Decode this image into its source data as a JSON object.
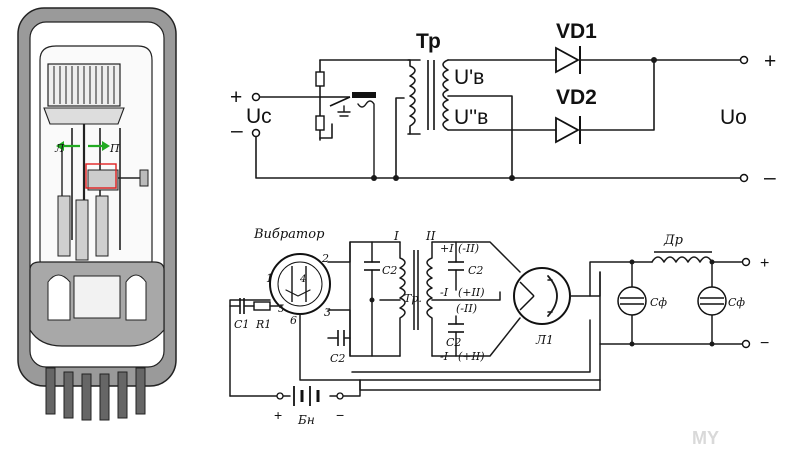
{
  "vibrator_drawing": {
    "left_label": "Л",
    "right_label": "П"
  },
  "circuit_top": {
    "transformer": "Тр",
    "winding_1": "U'в",
    "winding_2": "U''в",
    "diode_1": "VD1",
    "diode_2": "VD2",
    "input_voltage": "Uc",
    "output_voltage": "Uo",
    "plus": "+",
    "minus": "–"
  },
  "circuit_bottom": {
    "vibrator": "Вибратор",
    "transformer": "Тр.",
    "choke": "Др",
    "battery": "Бн",
    "cap_c1": "C1",
    "res_r1": "R1",
    "cap_c2": "C2",
    "cap_cf": "Cф",
    "rectifier": "Л1",
    "roman_1": "I",
    "roman_2": "II",
    "pin_1": "1",
    "pin_2": "2",
    "pin_3": "3",
    "pin_4": "4",
    "pin_5": "5",
    "pin_6": "6",
    "sec_plus_I": "+I",
    "sec_minus_II_a": "(-II)",
    "sec_minus_I": "-I",
    "sec_plus_II_a": "(+II)",
    "sec_minus_II_b": "(-II)",
    "sec_plus_II_b": "(+II)",
    "plus": "+",
    "minus": "−"
  },
  "watermark": "MY"
}
